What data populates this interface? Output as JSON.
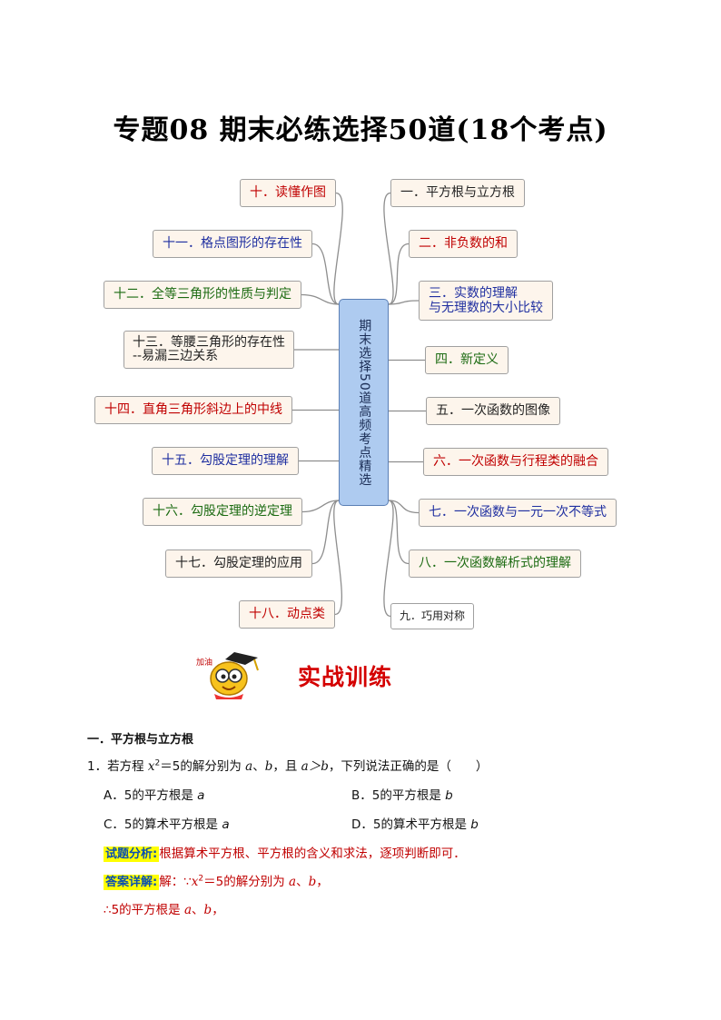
{
  "title": "专题08  期末必练选择50道(18个考点)",
  "center": "期末选择50道高频考点精选",
  "left_nodes": [
    {
      "label": "十．读懂作图",
      "color": "red"
    },
    {
      "label": "十一．格点图形的存在性",
      "color": "blue"
    },
    {
      "label": "十二．全等三角形的性质与判定",
      "color": "green"
    },
    {
      "label": "十三．等腰三角形的存在性\n--易漏三边关系",
      "color": "black"
    },
    {
      "label": "十四．直角三角形斜边上的中线",
      "color": "red"
    },
    {
      "label": "十五．勾股定理的理解",
      "color": "blue"
    },
    {
      "label": "十六．勾股定理的逆定理",
      "color": "green"
    },
    {
      "label": "十七．勾股定理的应用",
      "color": "black"
    },
    {
      "label": "十八．动点类",
      "color": "red"
    }
  ],
  "right_nodes": [
    {
      "label": "一．平方根与立方根",
      "color": "black"
    },
    {
      "label": "二．非负数的和",
      "color": "red"
    },
    {
      "label": "三．实数的理解\n与无理数的大小比较",
      "color": "blue"
    },
    {
      "label": "四．新定义",
      "color": "green"
    },
    {
      "label": "五．一次函数的图像",
      "color": "black"
    },
    {
      "label": "六．一次函数与行程类的融合",
      "color": "red"
    },
    {
      "label": "七．一次函数与一元一次不等式",
      "color": "blue"
    },
    {
      "label": "八．一次函数解析式的理解",
      "color": "green"
    },
    {
      "label": "九．巧用对称",
      "color": "black"
    }
  ],
  "banner": "实战训练",
  "mascot_text": "加油",
  "section_heading": "一．平方根与立方根",
  "question": {
    "prefix": "1．若方程 ",
    "var_x": "x",
    "exp": "2",
    "mid": "＝5的解分别为 ",
    "a": "a",
    "sep1": "、",
    "b": "b",
    "mid2": "，且 ",
    "cond": "a＞b",
    "tail": "，下列说法正确的是（　　）"
  },
  "options": {
    "A": {
      "text": "A．5的平方根是 ",
      "var": "a"
    },
    "B": {
      "text": "B．5的平方根是 ",
      "var": "b"
    },
    "C": {
      "text": "C．5的算术平方根是 ",
      "var": "a"
    },
    "D": {
      "text": "D．5的算术平方根是 ",
      "var": "b"
    }
  },
  "analysis_label": "试题分析:",
  "analysis_text": "根据算术平方根、平方根的含义和求法，逐项判断即可．",
  "answer_label": "答案详解:",
  "answer_line1": {
    "prefix": "解：∵",
    "x": "x",
    "exp": "2",
    "mid": "＝5的解分别为 ",
    "a": "a",
    "sep": "、",
    "b": "b",
    "end": "，"
  },
  "answer_line2": {
    "prefix": "∴5的平方根是 ",
    "a": "a",
    "sep": "、",
    "b": "b",
    "end": "，"
  },
  "colors": {
    "red": "#c00000",
    "blue": "#1f2fa0",
    "green": "#1c6b12",
    "black": "#222222",
    "node_bg": "#fdf5ec",
    "center_bg": "#aecbf0",
    "highlight": "#ffff00"
  }
}
